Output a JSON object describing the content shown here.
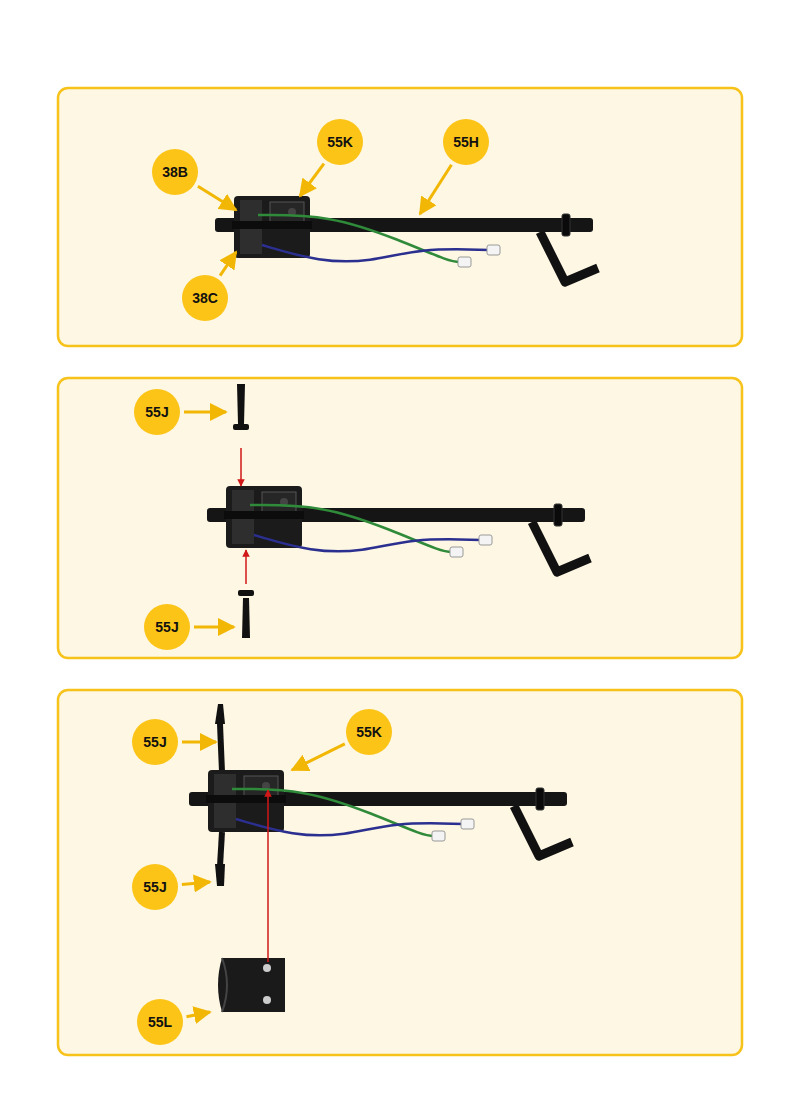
{
  "diagram": {
    "nodes": [
      {
        "text": [
          "38B"
        ]
      },
      {
        "text": [
          "55K"
        ]
      },
      {
        "text": [
          "55H"
        ]
      },
      {
        "text": [
          "38C"
        ]
      },
      {
        "text": [
          "55J"
        ]
      },
      {
        "text": [
          "55J"
        ]
      },
      {
        "text": [
          "55J"
        ]
      },
      {
        "text": [
          "55K"
        ]
      },
      {
        "text": [
          "55J"
        ]
      },
      {
        "text": [
          "55L"
        ]
      }
    ]
  }
}
